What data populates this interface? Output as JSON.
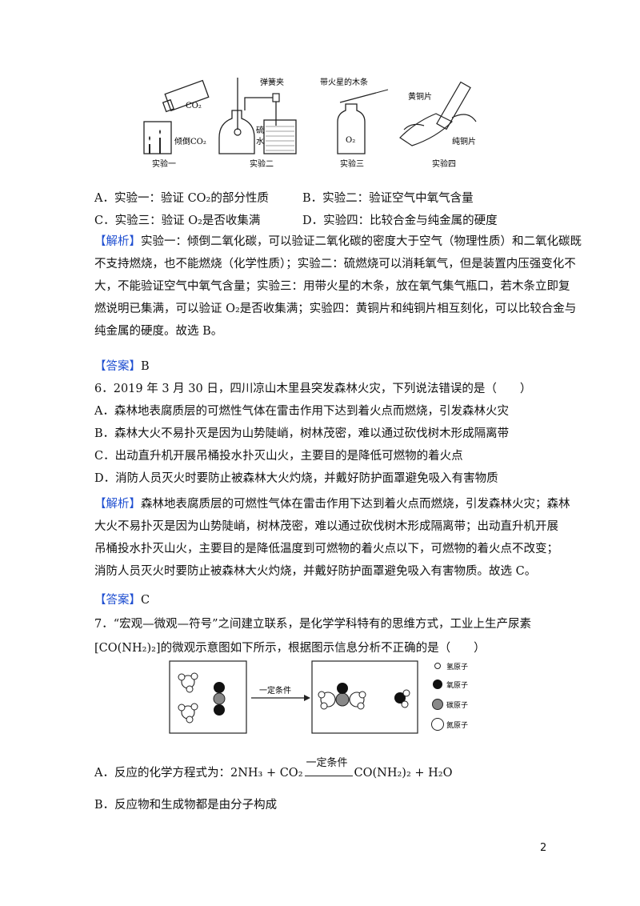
{
  "q5_figure": {
    "labels": {
      "co2_bottle": "CO₂",
      "pour": "倾倒CO₂",
      "spring_clip": "弹簧夹",
      "sulfur": "硫",
      "water": "水",
      "splint": "带火星的木条",
      "o2": "O₂",
      "brass": "黄铜片",
      "copper": "纯铜片"
    },
    "captions": [
      "实验一",
      "实验二",
      "实验三",
      "实验四"
    ]
  },
  "q5_options": {
    "A": "A．实验一：验证 CO₂的部分性质",
    "B": "B．实验二：验证空气中氧气含量",
    "C": "C．实验三：验证 O₂是否收集满",
    "D": "D．实验四：比较合金与纯金属的硬度"
  },
  "q5_analysis": {
    "tag": "【解析】",
    "line1": "实验一：倾倒二氧化碳，可以验证二氧化碳的密度大于空气（物理性质）和二氧化碳既",
    "line2": "不支持燃烧，也不能燃烧（化学性质）；实验二：硫燃烧可以消耗氧气，但是装置内压强变化不",
    "line3": "大，不能验证空气中氧气含量；实验三：用带火星的木条，放在氧气集气瓶口，若木条立即复",
    "line4": "燃说明已集满，可以验证 O₂是否收集满；实验四：黄铜片和纯铜片相互刻化，可以比较合金与",
    "line5": "纯金属的硬度。故选 B。"
  },
  "q5_answer": {
    "tag": "【答案】",
    "value": "B"
  },
  "q6": {
    "stem": "6．2019 年 3 月 30 日，四川凉山木里县突发森林火灾，下列说法错误的是（　　）",
    "A": "A．森林地表腐质层的可燃性气体在雷击作用下达到着火点而燃烧，引发森林火灾",
    "B": "B．森林大火不易扑灭是因为山势陡峭，树林茂密，难以通过砍伐树木形成隔离带",
    "C": "C．出动直升机开展吊桶投水扑灭山火，主要目的是降低可燃物的着火点",
    "D": "D．消防人员灭火时要防止被森林大火灼烧，并戴好防护面罩避免吸入有害物质",
    "analysis_tag": "【解析】",
    "analysis1": "森林地表腐质层的可燃性气体在雷击作用下达到着火点而燃烧，引发森林火灾；森林",
    "analysis2": "大火不易扑灭是因为山势陡峭，树林茂密，难以通过砍伐树木形成隔离带；出动直升机开展",
    "analysis3": "吊桶投水扑灭山火，主要目的是降低温度到可燃物的着火点以下，可燃物的着火点不改变；",
    "analysis4": "消防人员灭火时要防止被森林大火灼烧，并戴好防护面罩避免吸入有害物质。故选 C。",
    "answer_tag": "【答案】",
    "answer": "C"
  },
  "q7": {
    "stem1": "7．“宏观—微观—符号”之间建立联系，是化学学科特有的思维方式，工业上生产尿素",
    "stem2": "[CO(NH₂)₂]的微观示意图如下所示，根据图示信息分析不正确的是（　　）",
    "condition": "一定条件",
    "legend": [
      "氢原子",
      "氧原子",
      "碳原子",
      "氮原子"
    ],
    "A_prefix": "A．反应的化学方程式为：2NH₃ + CO₂",
    "A_condition": "一定条件",
    "A_suffix": "CO(NH₂)₂ + H₂O",
    "B": "B．反应物和生成物都是由分子构成"
  },
  "page_number": "2"
}
